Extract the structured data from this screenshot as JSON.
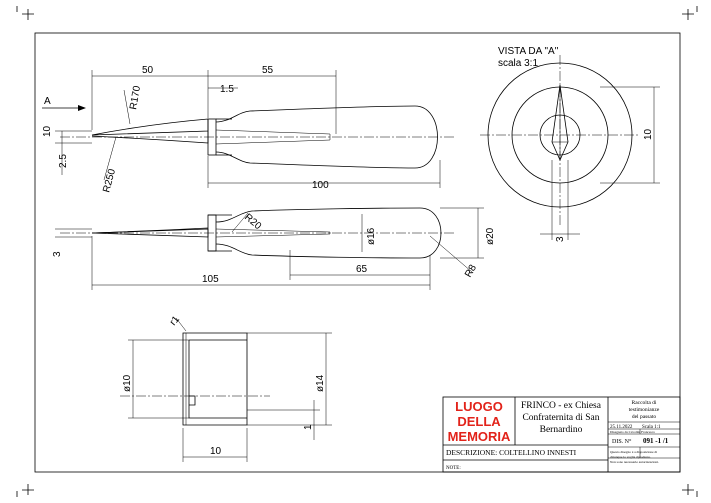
{
  "view": {
    "title": "VISTA DA \"A\"",
    "scale": "scala 3:1",
    "arrow_label": "A"
  },
  "dims_top": {
    "d50": "50",
    "d55": "55",
    "d1_5": "1.5",
    "r170": "R170",
    "d10": "10",
    "d2_5": "2.5",
    "r250": "R250",
    "d100": "100"
  },
  "dims_view": {
    "d10": "10",
    "d3": "3"
  },
  "dims_mid": {
    "r20": "R20",
    "d16": "ø16",
    "d20": "ø20",
    "d3": "3",
    "d65": "65",
    "r8": "R8",
    "d105": "105"
  },
  "dims_ferrule": {
    "r1": "r1",
    "d10": "ø10",
    "d14": "ø14",
    "d1": "1",
    "w10": "10"
  },
  "title_block": {
    "logo_lines": [
      "LUOGO",
      "DELLA",
      "MEMORIA"
    ],
    "location_lines": [
      "FRINCO - ex Chiesa",
      "Confraternita di San",
      "Bernardino"
    ],
    "category_lines": [
      "Raccolta di",
      "testimonianze",
      "del passato"
    ],
    "date": "25.11.2022",
    "scale": "Scala 1:1",
    "drawn_by": "Disegnato da Cavolini Francesco",
    "rights_lines": [
      "Questo disegno è a disposizione di",
      "chiunque lo voglia riprodurre.",
      "Non sono necessarie autorizzazioni."
    ],
    "dis_label": "DIS. N°",
    "dis_number": "091 -1 /1",
    "description": "DESCRIZIONE: COLTELLINO INNESTI",
    "notes": "NOTE:"
  },
  "colors": {
    "logo_red": "#e2231a",
    "line": "#000000"
  }
}
